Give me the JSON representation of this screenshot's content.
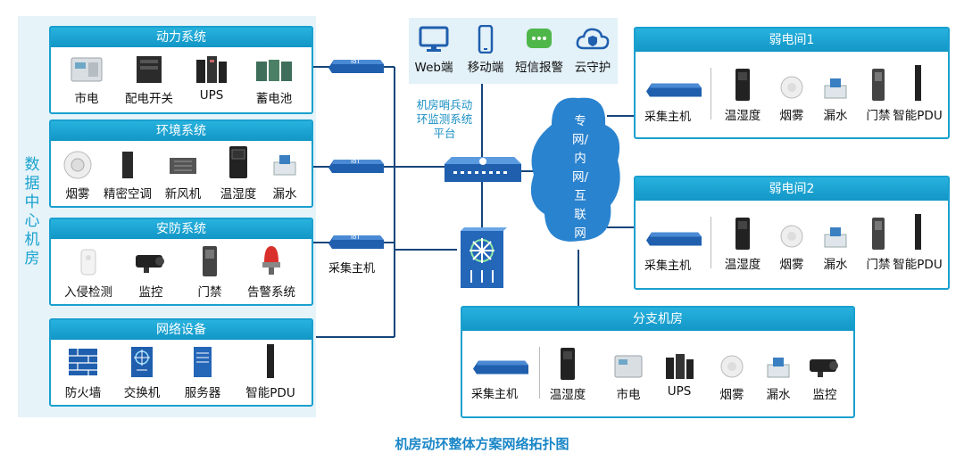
{
  "left_title": "数据中心机房",
  "footer_title": "机房动环整体方案网络拓扑图",
  "panels": {
    "power": {
      "title": "动力系统",
      "items": [
        "市电",
        "配电开关",
        "UPS",
        "蓄电池"
      ]
    },
    "env": {
      "title": "环境系统",
      "items": [
        "烟雾",
        "精密空调",
        "新风机",
        "温湿度",
        "漏水"
      ]
    },
    "security": {
      "title": "安防系统",
      "items": [
        "入侵检测",
        "监控",
        "门禁",
        "告警系统"
      ]
    },
    "network": {
      "title": "网络设备",
      "items": [
        "防火墙",
        "交换机",
        "服务器",
        "智能PDU"
      ]
    },
    "room1": {
      "title": "弱电间1",
      "items": [
        "采集主机",
        "温湿度",
        "烟雾",
        "漏水",
        "门禁",
        "智能PDU"
      ]
    },
    "room2": {
      "title": "弱电间2",
      "items": [
        "采集主机",
        "温湿度",
        "烟雾",
        "漏水",
        "门禁",
        "智能PDU"
      ]
    },
    "branch": {
      "title": "分支机房",
      "items": [
        "采集主机",
        "温湿度",
        "市电",
        "UPS",
        "烟雾",
        "漏水",
        "监控"
      ]
    }
  },
  "top_clients": [
    "Web端",
    "移动端",
    "短信报警",
    "云守护"
  ],
  "platform_label": "机房哨兵动环监测系统平台",
  "cloud_label": "专网/内网/互联网",
  "collector_label": "采集主机",
  "iot_badge": "IoT"
}
